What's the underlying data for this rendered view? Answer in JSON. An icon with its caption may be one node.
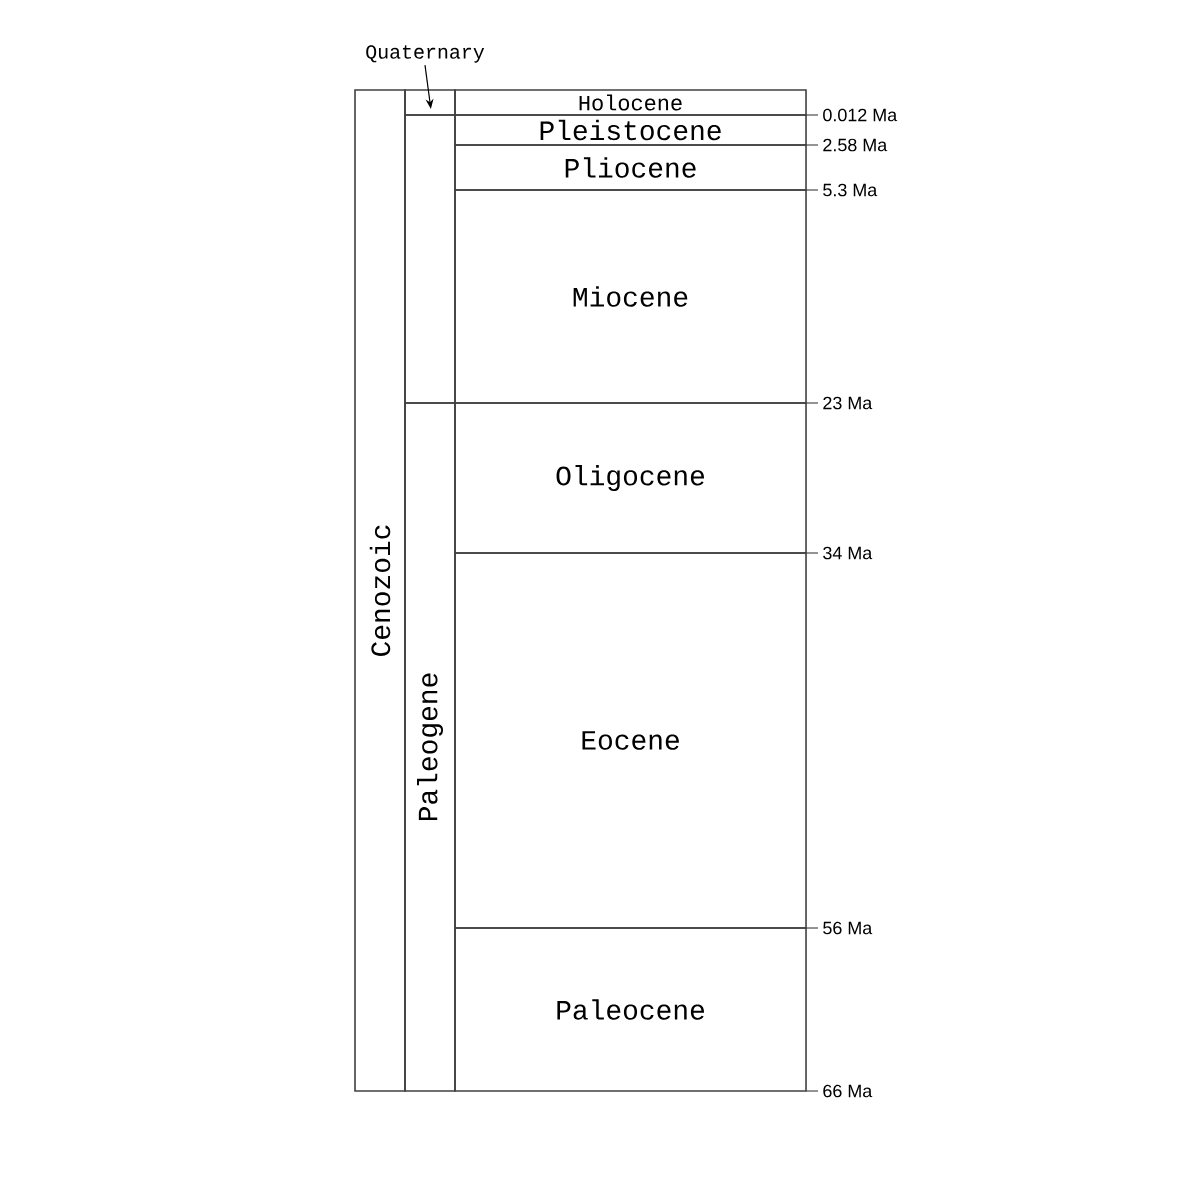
{
  "diagram": {
    "nodes": [
      {
        "text": [
          "Quaternary"
        ]
      },
      {
        "text": [
          "Cenozoic"
        ]
      },
      {
        "text": [],
        "shape": "box"
      },
      {
        "text": [],
        "shape": "box"
      },
      {
        "text": [
          "Paleogene"
        ]
      },
      {
        "text": [
          "Holocene"
        ],
        "beside": [
          "0.012 Ma"
        ]
      },
      {
        "text": [
          "Pleistocene"
        ],
        "beside": [
          "2.58 Ma"
        ]
      },
      {
        "text": [
          "Pliocene"
        ],
        "beside": [
          "5.3 Ma"
        ]
      },
      {
        "text": [
          "Miocene"
        ],
        "beside": [
          "23 Ma"
        ]
      },
      {
        "text": [
          "Oligocene"
        ],
        "beside": [
          "34 Ma"
        ]
      },
      {
        "text": [
          "Eocene"
        ],
        "beside": [
          "56 Ma"
        ]
      },
      {
        "text": [
          "Paleocene"
        ],
        "beside": [
          "66 Ma"
        ]
      }
    ],
    "edges": [
      {
        "from": 0,
        "to": 2,
        "arrow": "to"
      }
    ]
  }
}
